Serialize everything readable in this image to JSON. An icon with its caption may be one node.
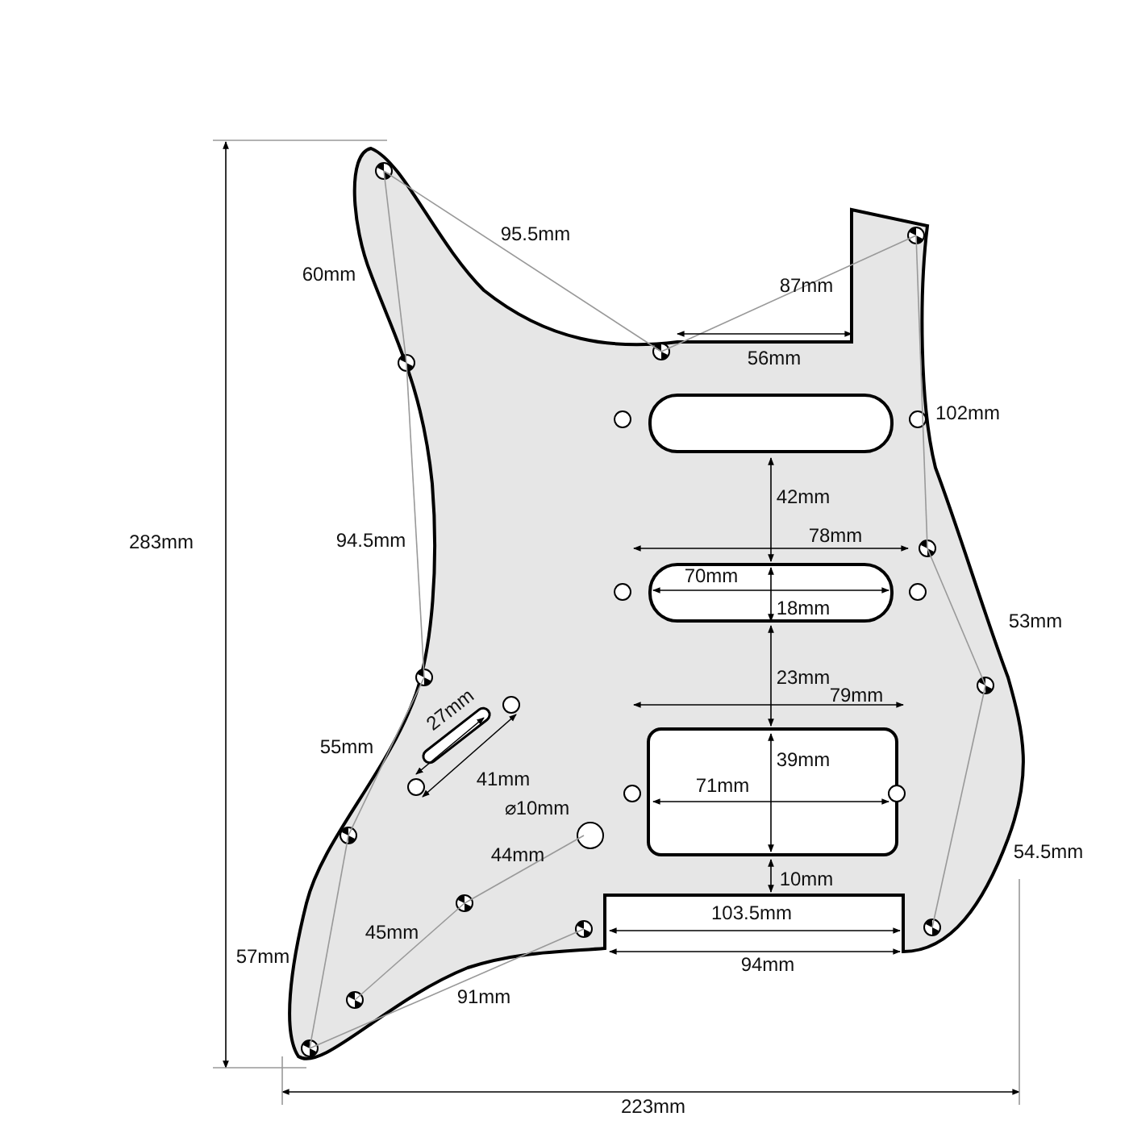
{
  "diagram": {
    "labels": [
      "95.5mm",
      "60mm",
      "87mm",
      "56mm",
      "102mm",
      "42mm",
      "78mm",
      "94.5mm",
      "70mm",
      "18mm",
      "53mm",
      "23mm",
      "79mm",
      "27mm",
      "55mm",
      "39mm",
      "41mm",
      "⌀10mm",
      "44mm",
      "71mm",
      "54.5mm",
      "10mm",
      "45mm",
      "103.5mm",
      "57mm",
      "94mm",
      "91mm",
      "283mm",
      "223mm"
    ]
  }
}
